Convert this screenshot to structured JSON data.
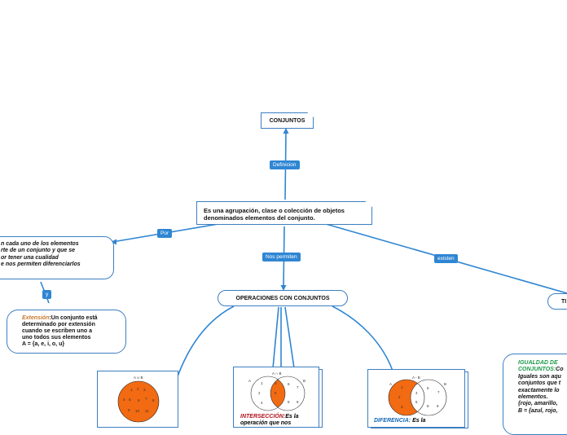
{
  "root": {
    "title": "CONJUNTOS"
  },
  "definition": {
    "tag": "Definicion",
    "text_line1": "Es una agrupación, clase o colección de objetos",
    "text_line2": "denominados elementos del conjunto."
  },
  "by": {
    "tag": "Por",
    "line1": "n cada uno de los elementos",
    "line2": "rte de un conjunto y que se",
    "line3": "or tener una cualidad",
    "line4": "e nos permiten diferenciarlos"
  },
  "y_tag": "y",
  "extension": {
    "label": "Extensión",
    "line1": ":Un conjunto está",
    "line2": "determinado por extensión",
    "line3": "cuando se escriben uno a",
    "line4": "uno todos sus elementos",
    "line5": "A = {a, e, i, o, u}"
  },
  "operations": {
    "tag": "Nos permiten",
    "title": "OPERACIONES CON CONJUNTOS"
  },
  "exist": {
    "tag": "existen",
    "title": "TI"
  },
  "union_card": {
    "title": "A ∪ B",
    "numbers": [
      "1",
      "2",
      "3",
      "4",
      "5",
      "6",
      "7",
      "8",
      "9",
      "10",
      "11"
    ]
  },
  "intersection_card": {
    "title": "A ∩ B",
    "labelA": "A",
    "labelB": "B",
    "numbers": [
      "1",
      "2",
      "3",
      "4",
      "5",
      "6",
      "7",
      "8",
      "9"
    ],
    "label": "INTERSECCIÓN:",
    "text1": "Es la",
    "text2": "operación que nos"
  },
  "difference_card": {
    "title": "A - B",
    "labelA": "A",
    "labelB": "B",
    "numbers": [
      "1",
      "2",
      "3",
      "4",
      "5",
      "6",
      "7",
      "8",
      "9"
    ],
    "label": "DIFERENCIA:",
    "text1": " Es la"
  },
  "equality": {
    "label1": "IGUALDAD DE",
    "label2": "CONJUNTOS:",
    "after_label": "Co",
    "line1": "Iguales son aqu",
    "line2": "conjuntos que t",
    "line3": "exactamente lo",
    "line4": "elementos.",
    "line5": "{rojo, amarillo,",
    "line6": "B = {azul, rojo,"
  },
  "colors": {
    "accent": "#2f86d3",
    "border": "#3d7fc1",
    "orange": "#f26a12",
    "extension": "#c9792d",
    "intersection": "#b3121c",
    "difference": "#1467b8",
    "equality": "#1b9a48"
  }
}
